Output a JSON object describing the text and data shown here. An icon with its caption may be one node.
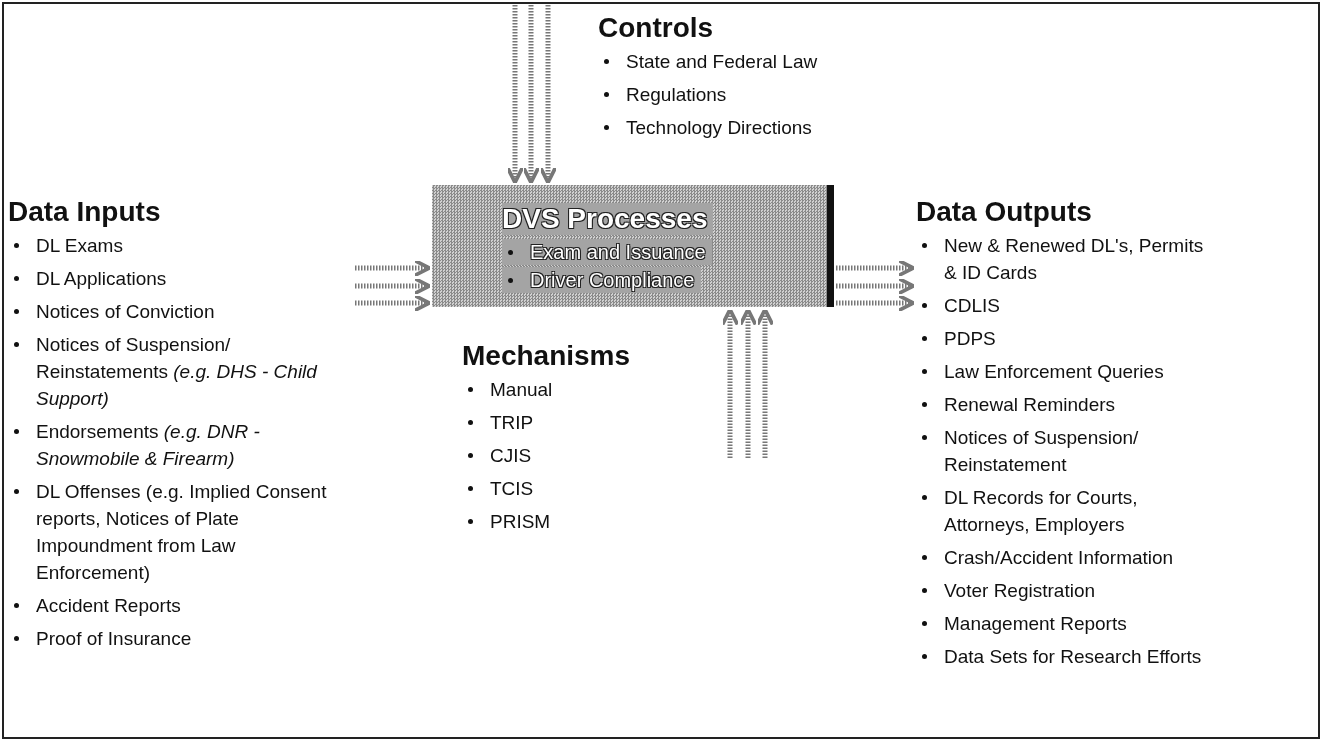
{
  "diagram": {
    "nodes": [
      {
        "text": [
          "Controls",
          "State and Federal Law",
          "Regulations",
          "Technology Directions"
        ]
      },
      {
        "text": [
          "Data Inputs",
          "DL Exams",
          "DL Applications",
          "Notices of Conviction",
          "Notices of Suspension/ Reinstatements *(e.g. DHS - Child Support)*",
          "Endorsements *(e.g. DNR - Snowmobile & Firearm)*",
          "DL Offenses (e.g. Implied Consent reports, Notices of Plate Impoundment from Law Enforcement)",
          "Accident Reports",
          "Proof of Insurance"
        ]
      },
      {
        "text": [
          "DVS Processes",
          "Exam and Issuance",
          "Driver Compliance"
        ]
      },
      {
        "text": [
          "Data Outputs",
          "New & Renewed DL's, Permits & ID Cards",
          "CDLIS",
          "PDPS",
          "Law Enforcement Queries",
          "Renewal Reminders",
          "Notices of Suspension/ Reinstatement",
          "DL Records for Courts, Attorneys, Employers",
          "Crash/Accident Information",
          "Voter Registration",
          "Management Reports",
          "Data Sets for Research Efforts"
        ]
      },
      {
        "text": [
          "Mechanisms",
          "Manual",
          "TRIP",
          "CJIS",
          "TCIS",
          "PRISM"
        ]
      }
    ],
    "edges": [
      {
        "from": null,
        "to": 2,
        "arrow": "to",
        "style": "dashed"
      },
      {
        "from": null,
        "to": 2,
        "arrow": "to",
        "style": "dashed"
      },
      {
        "from": null,
        "to": 2,
        "arrow": "to",
        "style": "dashed"
      },
      {
        "from": 1,
        "to": 2,
        "arrow": "to",
        "style": "dashed"
      },
      {
        "from": 1,
        "to": 2,
        "arrow": "to",
        "style": "dashed"
      },
      {
        "from": 1,
        "to": 2,
        "arrow": "to",
        "style": "dashed"
      },
      {
        "from": 2,
        "to": 3,
        "arrow": "to",
        "style": "dashed"
      },
      {
        "from": 2,
        "to": 3,
        "arrow": "to",
        "style": "dashed"
      },
      {
        "from": 2,
        "to": 3,
        "arrow": "to",
        "style": "dashed"
      },
      {
        "from": 4,
        "to": 2,
        "arrow": "to",
        "style": "dashed"
      },
      {
        "from": 4,
        "to": 2,
        "arrow": "to",
        "style": "dashed"
      },
      {
        "from": 4,
        "to": 2,
        "arrow": "to",
        "style": "dashed"
      }
    ]
  }
}
